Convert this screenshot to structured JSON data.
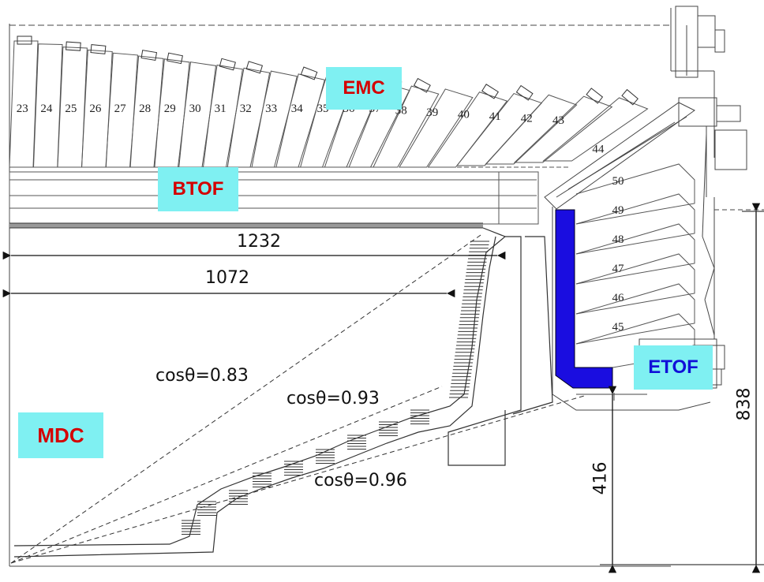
{
  "labels": {
    "emc": "EMC",
    "btof": "BTOF",
    "mdc": "MDC",
    "etof": "ETOF"
  },
  "dimensions": {
    "d1232": "1232",
    "d1072": "1072",
    "d838": "838",
    "d416": "416"
  },
  "angles": {
    "a083": "cosθ=0.83",
    "a093": "cosθ=0.93",
    "a096": "cosθ=0.96"
  },
  "barrel_crystals": [
    "23",
    "24",
    "25",
    "26",
    "27",
    "28",
    "29",
    "30",
    "31",
    "32",
    "33",
    "34",
    "35",
    "36",
    "37",
    "38",
    "39",
    "40",
    "41",
    "42",
    "43",
    "44"
  ],
  "endcap_crystals": [
    "50",
    "49",
    "48",
    "47",
    "46",
    "45"
  ],
  "colors": {
    "label_bg": "#7ff0f2",
    "label_red": "#d40000",
    "label_blue": "#1010d8",
    "etof_fill": "#1a0de0"
  }
}
